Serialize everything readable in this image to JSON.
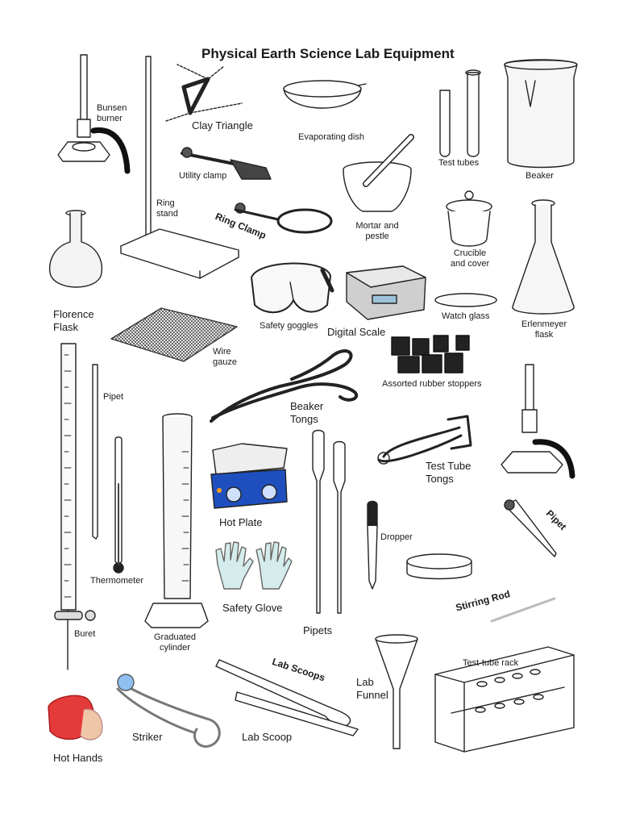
{
  "title": "Physical Earth Science Lab Equipment",
  "labels": {
    "bunsen_burner": [
      "Bunsen",
      "burner"
    ],
    "clay_triangle": "Clay Triangle",
    "evaporating_dish": "Evaporating dish",
    "test_tubes": "Test tubes",
    "beaker": "Beaker",
    "utility_clamp": "Utility clamp",
    "ring_stand": [
      "Ring",
      "stand"
    ],
    "ring_clamp": "Ring Clamp",
    "mortar_pestle": [
      "Mortar and",
      "pestle"
    ],
    "crucible": [
      "Crucible",
      "and cover"
    ],
    "florence_flask": [
      "Florence",
      "Flask"
    ],
    "safety_goggles": "Safety goggles",
    "digital_scale": "Digital Scale",
    "watch_glass": "Watch glass",
    "erlenmeyer_flask": [
      "Erlenmeyer",
      "flask"
    ],
    "wire_gauze": [
      "Wire",
      "gauze"
    ],
    "pipet_top": "Pipet",
    "beaker_tongs": [
      "Beaker",
      "Tongs"
    ],
    "rubber_stoppers": "Assorted rubber stoppers",
    "test_tube_tongs": [
      "Test Tube",
      "Tongs"
    ],
    "thermometer": "Thermometer",
    "hot_plate": "Hot Plate",
    "dropper": "Dropper",
    "pipet_right": "Pipet",
    "safety_glove": "Safety Glove",
    "stirring_rod": "Stirring Rod",
    "buret": "Buret",
    "graduated_cylinder": [
      "Graduated",
      "cylinder"
    ],
    "pipets": "Pipets",
    "lab_scoops": "Lab Scoops",
    "lab_funnel": [
      "Lab",
      "Funnel"
    ],
    "test_tube_rack": "Test-tube rack",
    "striker": "Striker",
    "lab_scoop": "Lab Scoop",
    "hot_hands": "Hot Hands"
  }
}
